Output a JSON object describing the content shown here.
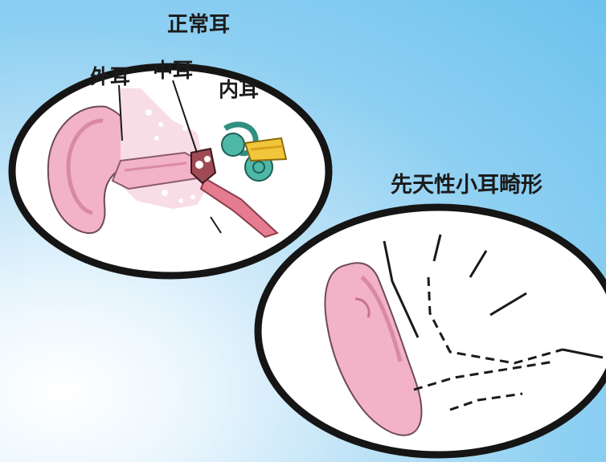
{
  "labels": {
    "normal_ear": "正常耳",
    "outer_ear": "外耳",
    "middle_ear": "中耳",
    "inner_ear": "内耳",
    "microtia": "先天性小耳畸形"
  },
  "colors": {
    "background": "#7cc8ef",
    "ear_skin": "#f2b2c8",
    "outline": "#1a1a1a",
    "inner_ear_teal": "#4fb7a6",
    "inner_ear_yellow": "#f2c63a"
  }
}
